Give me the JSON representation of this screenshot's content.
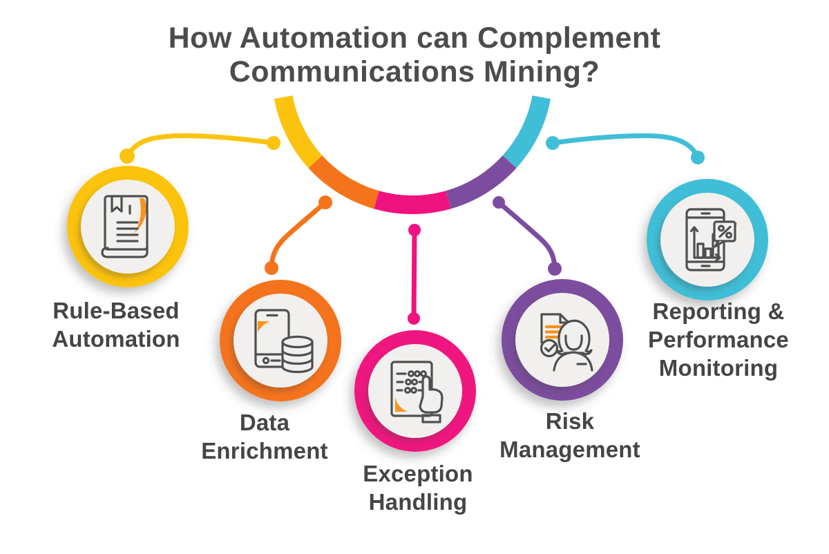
{
  "title": {
    "lines": [
      "How Automation can Complement",
      "Communications Mining?"
    ]
  },
  "colors": {
    "background": "#ffffff",
    "title_text": "#4c4c4c",
    "label_text": "#454545",
    "icon_stroke": "#4f4f4f",
    "icon_accent": "#f7941d",
    "node_inner": "#f1f0ee"
  },
  "items": [
    {
      "id": "rule-based-automation",
      "lines": [
        "Rule-Based",
        "Automation"
      ],
      "color": "#fcc30e",
      "icon": "book-icon"
    },
    {
      "id": "data-enrichment",
      "lines": [
        "Data",
        "Enrichment"
      ],
      "color": "#f5731a",
      "icon": "phone-database-icon"
    },
    {
      "id": "exception-handling",
      "lines": [
        "Exception",
        "Handling"
      ],
      "color": "#f0127f",
      "icon": "document-hand-icon"
    },
    {
      "id": "risk-management",
      "lines": [
        "Risk",
        "Management"
      ],
      "color": "#7c4d9e",
      "icon": "person-document-check-icon"
    },
    {
      "id": "reporting-performance-monitoring",
      "lines": [
        "Reporting &",
        "Performance",
        "Monitoring"
      ],
      "color": "#41bed7",
      "icon": "chart-percent-icon"
    }
  ]
}
